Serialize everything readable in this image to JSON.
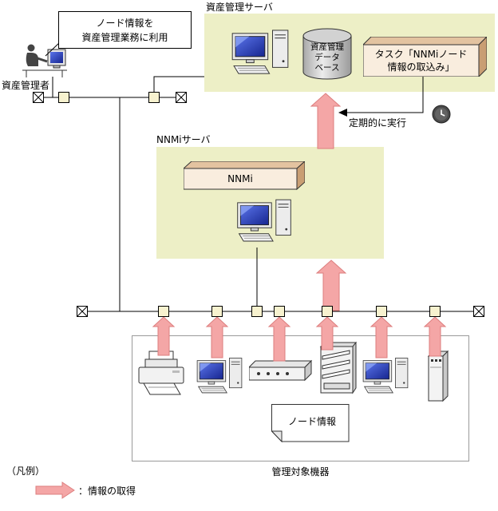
{
  "callout": {
    "line1": "ノード情報を",
    "line2": "資産管理業務に利用"
  },
  "asset_server": {
    "title": "資産管理サーバ",
    "database": {
      "line1": "資産管理",
      "line2": "データ",
      "line3": "ベース"
    },
    "task": {
      "line1": "タスク「NNMiノード",
      "line2": "情報の取込み」"
    }
  },
  "asset_manager_label": "資産管理者",
  "schedule_label": "定期的に実行",
  "nnmi_server": {
    "title": "NNMiサーバ",
    "box_label": "NNMi"
  },
  "managed_devices": {
    "title": "管理対象機器",
    "node_info_label": "ノード情報"
  },
  "legend": {
    "heading": "（凡例）",
    "arrow_label": "：情報の取得"
  },
  "colors": {
    "server_area_bg": "#edefc6",
    "arrow_pink": "#f4a6a6",
    "arrow_pink_border": "#dd7e7e",
    "box_face": "#f9edde",
    "box_top": "#e3c3a0",
    "box_side": "#c99e73",
    "connector_square": "#f7f2cf",
    "screen_blue": "#2b3fd0"
  },
  "icons": {
    "workstation": "desktop-computer",
    "database": "database-cylinder",
    "clock": "clock",
    "printer": "printer",
    "hub": "network-hub",
    "tray_device": "stacked-tray-device",
    "router": "standing-router",
    "person": "operator-at-desk",
    "terminator": "crossed-square-terminator",
    "connector": "network-connector-square"
  }
}
